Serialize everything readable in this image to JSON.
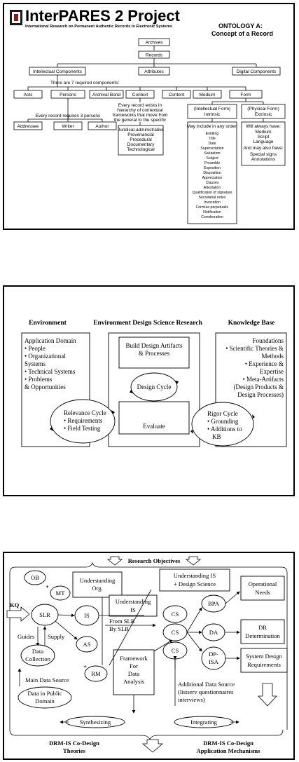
{
  "ontology": {
    "logo_title": "InterPARES 2 Project",
    "logo_subtitle": "International Research on Permanent Authentic Records in Electronic Systems",
    "heading_line1": "ONTOLOGY A:",
    "heading_line2": "Concept of a Record",
    "archives": "Archives",
    "records": "Records",
    "intellectual_components": "Intellectual Components",
    "attributes": "Attributes",
    "digital_components": "Digital Components",
    "required_note": "There are 7 required components:",
    "components": [
      "Acts",
      "Persons",
      "Archival Bond",
      "Context",
      "Content",
      "Medium",
      "Form"
    ],
    "persons_note": "Every record requires 3 persons",
    "persons": [
      "Addressee",
      "Writer",
      "Author"
    ],
    "context_note": [
      "Every record exists in",
      "hierarchy of contextual",
      "frameworks that move from",
      "the general to the specific"
    ],
    "context_list": [
      "Juridical-administrative",
      "Provenancial",
      "Procedural",
      "Documentary",
      "Technological"
    ],
    "intrinsic_title": [
      "(Intellectual Form)",
      "Intrinsic"
    ],
    "extrinsic_title": [
      "(Physical Form)",
      "Extrinsic"
    ],
    "intrinsic_intro": "May include in any order:",
    "intrinsic_list": [
      "Entitling",
      "Title",
      "Date",
      "Superscription",
      "Salutation",
      "Subject",
      "Preamble",
      "Exposition",
      "Disposition",
      "Appreciation",
      "Clauses",
      "Attestation",
      "Qualification of signature",
      "Secretarial notes",
      "Invocation",
      "Formula perpetualis",
      "Notification",
      "Corroboration"
    ],
    "extrinsic_always": "Will always have:",
    "extrinsic_always_list": [
      "Medium",
      "Script",
      "Language"
    ],
    "extrinsic_may": "And may also have:",
    "extrinsic_may_list": [
      "Special signs",
      "Annotations"
    ]
  },
  "dsr": {
    "environment_heading": "Environment",
    "center_heading": "Environment Design Science Research",
    "kb_heading": "Knowledge Base",
    "environment_text": [
      "Application Domain",
      "• People",
      "• Organizational",
      "Systems",
      "• Technical Systems",
      "• Problems",
      "& Opportunities"
    ],
    "build_text": [
      "Build Design Artifacts",
      "& Processes"
    ],
    "design_cycle": "Design Cycle",
    "evaluate": "Evaluate",
    "kb_text": [
      "Foundations",
      "• Scientific Theories &",
      "Methods",
      "• Experience &",
      "Expertise",
      "• Meta-Artifacts",
      "(Design Products &",
      "Design Processes)"
    ],
    "relevance_cycle": [
      "Relevance Cycle",
      "• Requirements",
      "• Field Testing"
    ],
    "rigor_cycle": [
      "Rigor Cycle",
      "• Grounding",
      "• Additions to",
      "KB"
    ]
  },
  "drm": {
    "research_objectives": "Research Objectives",
    "ob": "OB",
    "mt": "MT",
    "understanding_org": [
      "Understanding",
      "Org."
    ],
    "understanding_is_ds": [
      "Understanding IS",
      "+ Design Science"
    ],
    "understanding_is": [
      "Understanding",
      "IS"
    ],
    "kq": "KQ",
    "slr": "SLR",
    "is": "IS",
    "as": "AS",
    "rm": "RM",
    "from_slr": "From SLR",
    "by_slr": "By SLR",
    "cs": "CS",
    "bpa": "BPA",
    "da": "DA",
    "dp_isa": [
      "DP-",
      "ISA"
    ],
    "operational_needs": [
      "Operational",
      "Needs"
    ],
    "dr_determination": [
      "DR",
      "Determination"
    ],
    "system_design_requirements": [
      "System Design",
      "Requirements"
    ],
    "guides": "Guides",
    "supply": "Supply",
    "data_collection": [
      "Data",
      "Collection"
    ],
    "main_data_source": "Main Data Source",
    "data_public_domain": [
      "Data in Public",
      "Domain"
    ],
    "framework": [
      "Framework",
      "For",
      "Data",
      "Analysis"
    ],
    "additional_source": [
      "Additional Data Source",
      "(listserv questionnaires",
      "interviews)"
    ],
    "synthesizing": "Synthesizing",
    "integrating": "Integrating",
    "theories": [
      "DRM-IS Co-Design",
      "Theories"
    ],
    "mechanisms": [
      "DRM-IS Co-Design",
      "Application Mechanisms"
    ]
  }
}
